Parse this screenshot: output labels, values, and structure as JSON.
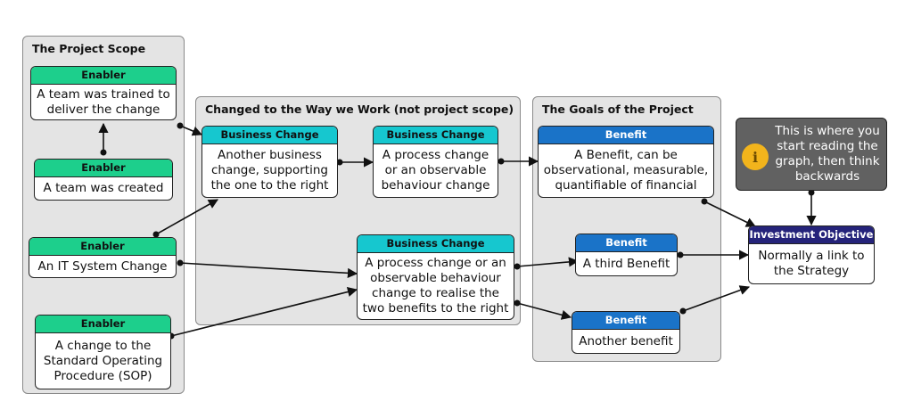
{
  "groups": {
    "project_scope": "The Project Scope",
    "way_we_work": "Changed to the Way we Work (not project scope)",
    "goals": "The Goals of the Project"
  },
  "nodes": {
    "enabler_trained": {
      "type": "Enabler",
      "text": "A team was trained to deliver the change"
    },
    "enabler_created": {
      "type": "Enabler",
      "text": "A team was created"
    },
    "enabler_it": {
      "type": "Enabler",
      "text": "An IT System Change"
    },
    "enabler_sop": {
      "type": "Enabler",
      "text": "A change to the Standard Operating Procedure (SOP)"
    },
    "change_another": {
      "type": "Business Change",
      "text": "Another business change, supporting the one to the right"
    },
    "change_process1": {
      "type": "Business Change",
      "text": "A process change or an observable behaviour change"
    },
    "change_process2": {
      "type": "Business Change",
      "text": "A process change or an observable behaviour change to realise the two benefits to the right"
    },
    "benefit_main": {
      "type": "Benefit",
      "text": "A Benefit, can be observational, measurable, quantifiable of financial"
    },
    "benefit_third": {
      "type": "Benefit",
      "text": "A third Benefit"
    },
    "benefit_another": {
      "type": "Benefit",
      "text": "Another benefit"
    },
    "objective": {
      "type": "Investment Objective",
      "text": "Normally a link to the Strategy"
    }
  },
  "note": {
    "icon": "info-icon",
    "icon_glyph": "i",
    "text": "This is where you start reading the graph, then think backwards"
  },
  "colors": {
    "enabler": "#1dcf8c",
    "business_change": "#16c7cf",
    "benefit": "#1a73c8",
    "objective": "#25237a",
    "note": "#616161",
    "group_fill": "#e4e4e4"
  }
}
